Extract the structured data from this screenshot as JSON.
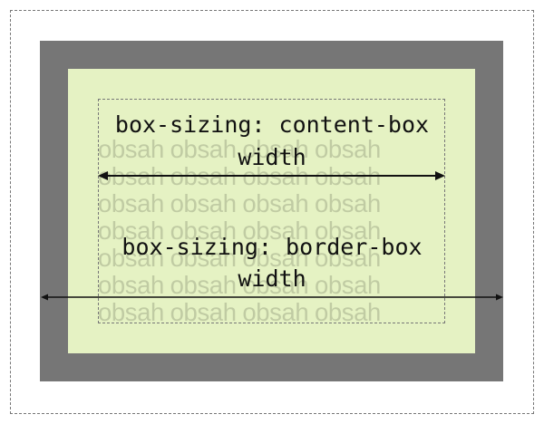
{
  "labels": {
    "content_box_title": "box-sizing: content-box",
    "content_box_width": "width",
    "border_box_title": "box-sizing: border-box",
    "border_box_width": "width"
  },
  "filler": {
    "text": "obsah obsah obsah obsah obsah obsah obsah obsah obsah obsah obsah obsah obsah obsah obsah obsah obsah obsah obsah obsah obsah obsah obsah obsah obsah obsah obsah obsah"
  },
  "colors": {
    "border": "#767676",
    "padding": "#e5f2c3",
    "text": "#111111"
  }
}
